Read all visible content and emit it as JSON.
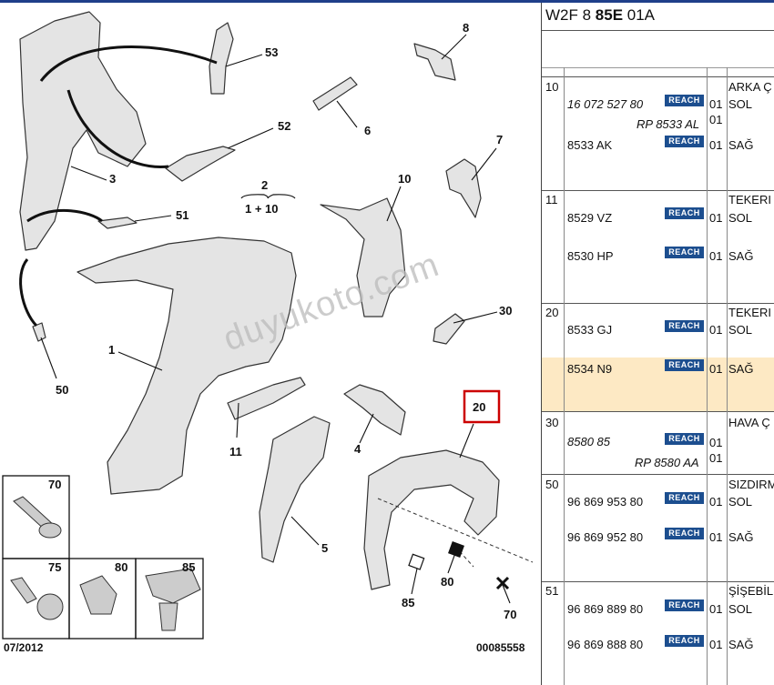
{
  "diagram": {
    "callouts": [
      "53",
      "8",
      "52",
      "6",
      "7",
      "3",
      "2",
      "1 + 10",
      "10",
      "51",
      "30",
      "1",
      "50",
      "11",
      "4",
      "20",
      "5",
      "80",
      "85",
      "70",
      "75"
    ],
    "watermark": "duyukoto.com",
    "date": "07/2012",
    "ref": "00085558"
  },
  "catalog": {
    "header_prefix": "W2F 8 ",
    "header_bold": "85E",
    "header_suffix": " 01A",
    "groups": [
      {
        "num": "10",
        "title": "ARKA Ç",
        "rows": [
          {
            "ref": "16 072 527 80",
            "reach": "REACH",
            "qty": "01",
            "side": "SOL"
          },
          {
            "ref": "RP 8533 AL",
            "qty": "01"
          },
          {
            "ref": "8533 AK",
            "reach": "REACH",
            "qty": "01",
            "side": "SAĞ"
          }
        ]
      },
      {
        "num": "11",
        "title": "TEKERI",
        "rows": [
          {
            "ref": "8529 VZ",
            "reach": "REACH",
            "qty": "01",
            "side": "SOL"
          },
          {
            "ref": "8530 HP",
            "reach": "REACH",
            "qty": "01",
            "side": "SAĞ"
          }
        ]
      },
      {
        "num": "20",
        "title": "TEKERI",
        "rows": [
          {
            "ref": "8533 GJ",
            "reach": "REACH",
            "qty": "01",
            "side": "SOL"
          },
          {
            "ref": "8534 N9",
            "reach": "REACH",
            "qty": "01",
            "side": "SAĞ"
          }
        ]
      },
      {
        "num": "30",
        "title": "HAVA Ç",
        "rows": [
          {
            "ref": "8580 85",
            "reach": "REACH",
            "qty": "01"
          },
          {
            "ref": "RP 8580 AA",
            "qty": "01"
          }
        ]
      },
      {
        "num": "50",
        "title": "SIZDIRM",
        "rows": [
          {
            "ref": "96 869 953 80",
            "reach": "REACH",
            "qty": "01",
            "side": "SOL"
          },
          {
            "ref": "96 869 952 80",
            "reach": "REACH",
            "qty": "01",
            "side": "SAĞ"
          }
        ]
      },
      {
        "num": "51",
        "title": "ŞİŞEBİL",
        "rows": [
          {
            "ref": "96 869 889 80",
            "reach": "REACH",
            "qty": "01",
            "side": "SOL"
          },
          {
            "ref": "96 869 888 80",
            "reach": "REACH",
            "qty": "01",
            "side": "SAĞ"
          }
        ]
      }
    ]
  }
}
